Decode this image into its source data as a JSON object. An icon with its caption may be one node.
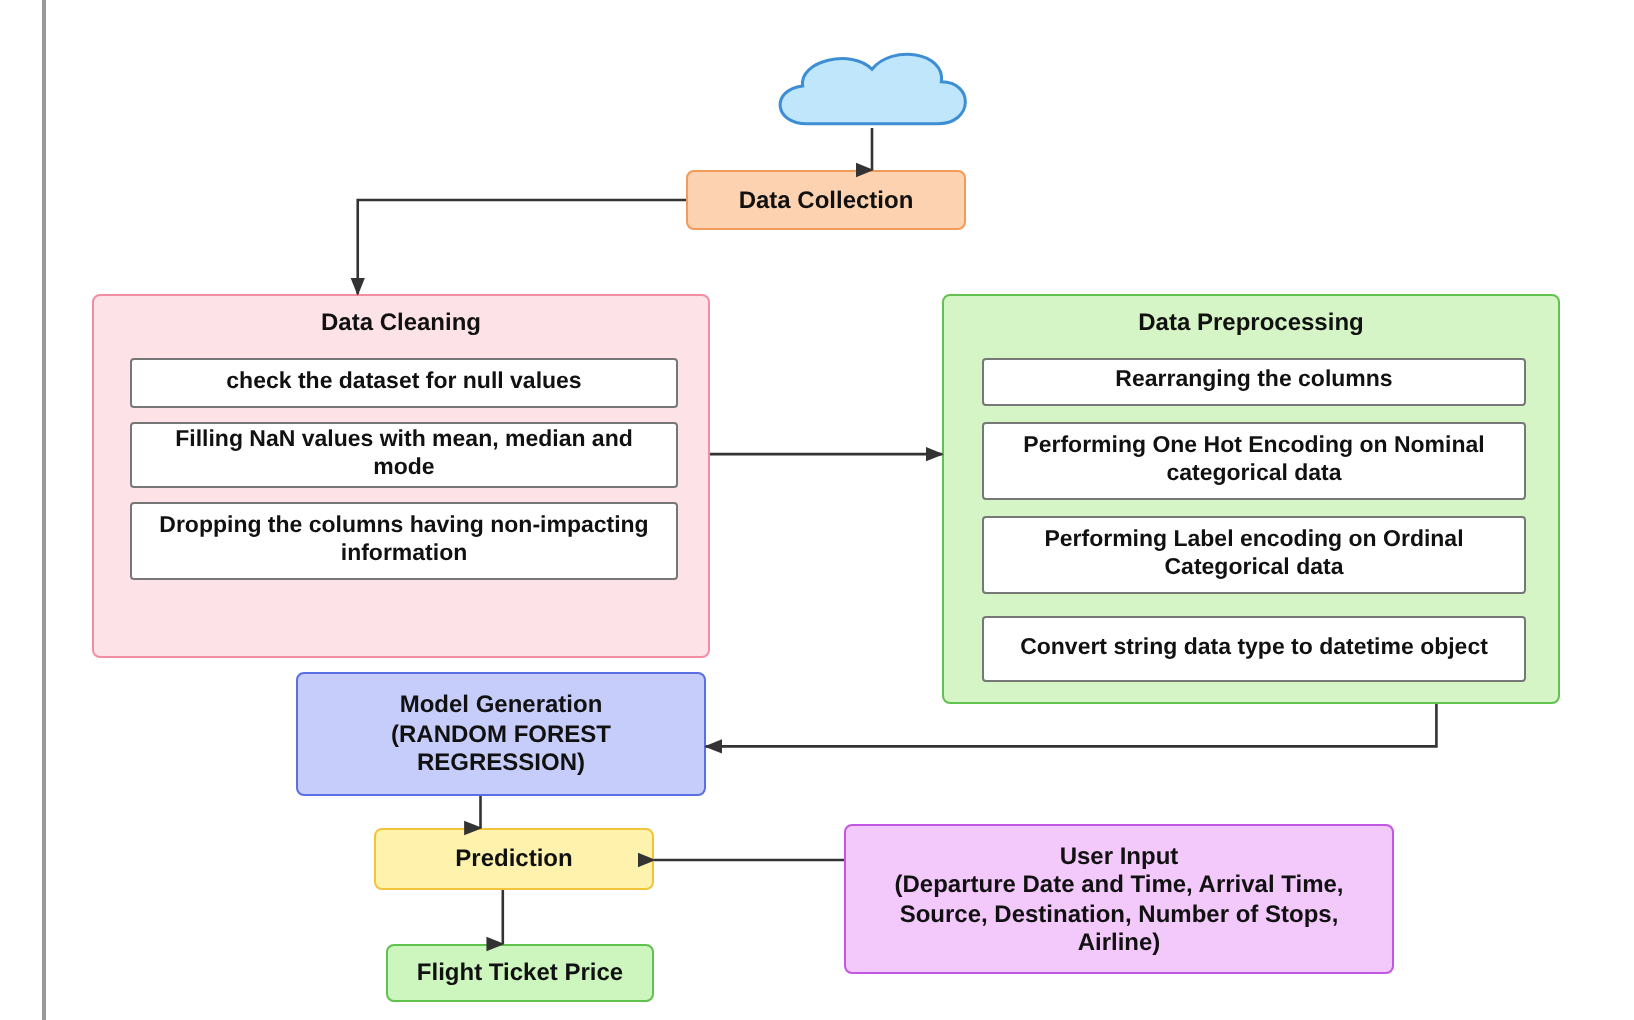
{
  "diagram": {
    "nodes": [
      {
        "text": [],
        "shape": "cloud"
      },
      {
        "text": [
          "Data Collection"
        ]
      },
      {
        "text": [
          "Data Cleaning"
        ]
      },
      {
        "text": [
          "check the dataset for null values"
        ],
        "in": 2
      },
      {
        "text": [
          "Filling NaN values with mean, median and mode"
        ],
        "in": 2
      },
      {
        "text": [
          "Dropping the columns having non-impacting information"
        ],
        "in": 2
      },
      {
        "text": [
          "Data Preprocessing"
        ]
      },
      {
        "text": [
          "Rearranging the columns"
        ],
        "in": 6
      },
      {
        "text": [
          "Performing One Hot Encoding on Nominal categorical data"
        ],
        "in": 6
      },
      {
        "text": [
          "Performing Label encoding on Ordinal Categorical data"
        ],
        "in": 6
      },
      {
        "text": [
          "Convert string data type to datetime object"
        ],
        "in": 6
      },
      {
        "text": [
          "Model Generation",
          "(RANDOM FOREST REGRESSION)"
        ]
      },
      {
        "text": [
          "Prediction"
        ]
      },
      {
        "text": [
          "User Input",
          "(Departure Date and Time, Arrival Time, Source, Destination, Number of Stops, Airline)"
        ]
      },
      {
        "text": [
          "Flight Ticket Price"
        ]
      }
    ],
    "edges": [
      {
        "from": 0,
        "to": 1,
        "arrow": "to"
      },
      {
        "from": 1,
        "to": 2,
        "arrow": "to"
      },
      {
        "from": 2,
        "to": 6,
        "arrow": "to"
      },
      {
        "from": 6,
        "to": 11,
        "arrow": "to"
      },
      {
        "from": 11,
        "to": 12,
        "arrow": "to"
      },
      {
        "from": 13,
        "to": 12,
        "arrow": "to"
      },
      {
        "from": 12,
        "to": 14,
        "arrow": "to"
      }
    ]
  }
}
